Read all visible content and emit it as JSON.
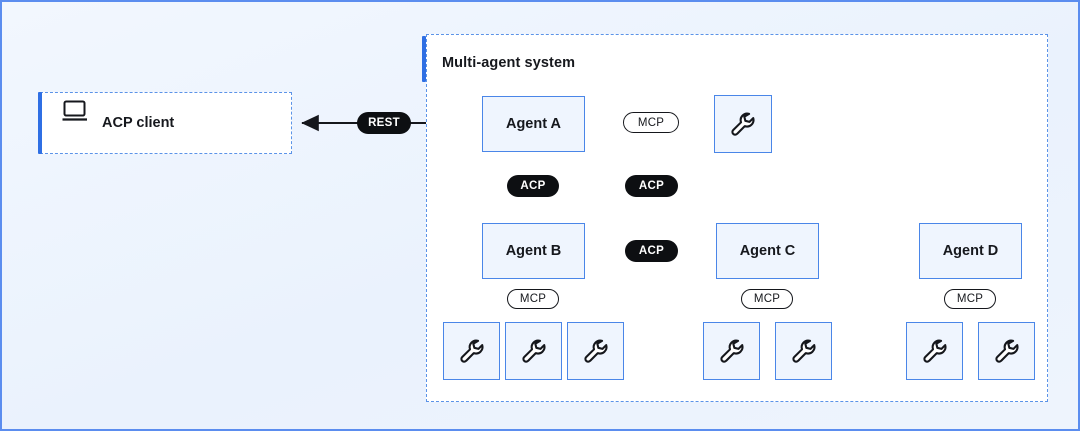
{
  "diagram": {
    "title_region": "Multi-agent system",
    "colors": {
      "canvas_bg": "#eef4fd",
      "canvas_border": "#5b8def",
      "region_border": "#5b93e8",
      "accent_bar": "#2f6fe4",
      "box_fill": "#eff5fe",
      "box_border": "#4a86e8",
      "pill_solid_bg": "#0d0f12",
      "pill_solid_text": "#ffffff",
      "pill_outline_border": "#15171c",
      "connector": "#15171c"
    }
  },
  "client": {
    "label": "ACP client",
    "icon": "laptop-icon"
  },
  "agents": [
    {
      "id": "agent-a",
      "label": "Agent A"
    },
    {
      "id": "agent-b",
      "label": "Agent B"
    },
    {
      "id": "agent-c",
      "label": "Agent C"
    },
    {
      "id": "agent-d",
      "label": "Agent D"
    }
  ],
  "tools": [
    {
      "id": "tool-a-1",
      "owner": "Agent A",
      "icon": "wrench-icon"
    },
    {
      "id": "tool-b-1",
      "owner": "Agent B",
      "icon": "wrench-icon"
    },
    {
      "id": "tool-b-2",
      "owner": "Agent B",
      "icon": "wrench-icon"
    },
    {
      "id": "tool-b-3",
      "owner": "Agent B",
      "icon": "wrench-icon"
    },
    {
      "id": "tool-c-1",
      "owner": "Agent C",
      "icon": "wrench-icon"
    },
    {
      "id": "tool-c-2",
      "owner": "Agent C",
      "icon": "wrench-icon"
    },
    {
      "id": "tool-d-1",
      "owner": "Agent D",
      "icon": "wrench-icon"
    },
    {
      "id": "tool-d-2",
      "owner": "Agent D",
      "icon": "wrench-icon"
    }
  ],
  "protocols": {
    "rest": "REST",
    "acp": "ACP",
    "mcp": "MCP"
  },
  "connections": [
    {
      "id": "conn-client-agenta",
      "from": "ACP client",
      "to": "Agent A",
      "protocol": "REST",
      "style": "bidirectional"
    },
    {
      "id": "conn-agenta-toola",
      "from": "Agent A",
      "to": "tool-a-1",
      "protocol": "MCP",
      "style": "plain"
    },
    {
      "id": "conn-agenta-agentb",
      "from": "Agent A",
      "to": "Agent B",
      "protocol": "ACP",
      "style": "bidirectional"
    },
    {
      "id": "conn-agenta-agentc",
      "from": "Agent A",
      "to": "Agent C",
      "protocol": "ACP",
      "style": "arrow"
    },
    {
      "id": "conn-agenta-agentd",
      "from": "Agent A",
      "to": "Agent D",
      "protocol": "ACP",
      "style": "arrow"
    },
    {
      "id": "conn-agentb-agentc",
      "from": "Agent B",
      "to": "Agent C",
      "protocol": "ACP",
      "style": "bidirectional"
    },
    {
      "id": "conn-agentb-tools",
      "from": "Agent B",
      "to": "tool-b-1,tool-b-2,tool-b-3",
      "protocol": "MCP",
      "style": "plain"
    },
    {
      "id": "conn-agentc-tools",
      "from": "Agent C",
      "to": "tool-c-1,tool-c-2",
      "protocol": "MCP",
      "style": "plain"
    },
    {
      "id": "conn-agentd-tools",
      "from": "Agent D",
      "to": "tool-d-1,tool-d-2",
      "protocol": "MCP",
      "style": "plain"
    }
  ]
}
